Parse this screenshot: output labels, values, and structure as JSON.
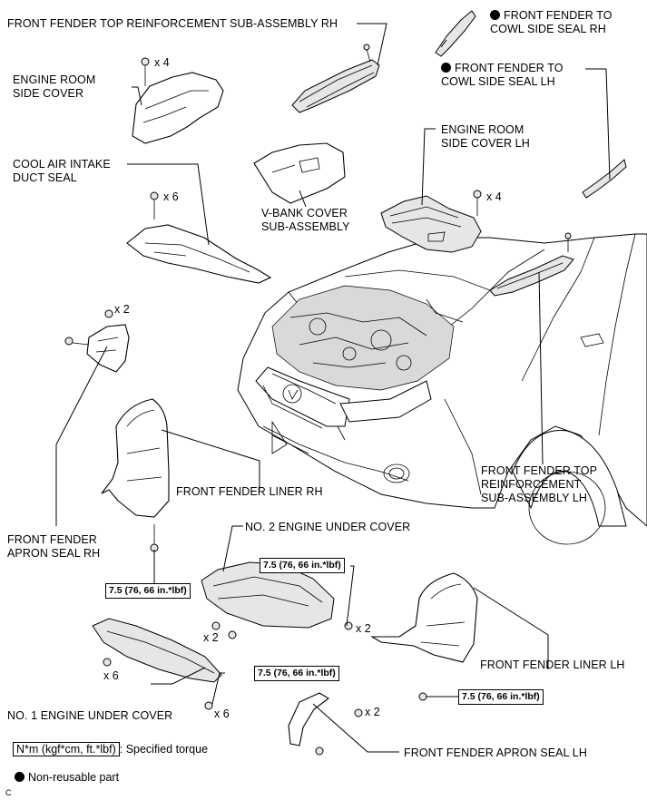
{
  "labels": {
    "fender_top_reinf_rh": "FRONT FENDER TOP REINFORCEMENT SUB-ASSEMBLY RH",
    "engine_room_side_cover": "ENGINE ROOM\nSIDE COVER",
    "cool_air_intake_duct_seal": "COOL AIR INTAKE\nDUCT SEAL",
    "v_bank_cover": "V-BANK COVER\nSUB-ASSEMBLY",
    "cowl_side_seal_rh": "FRONT FENDER TO\nCOWL SIDE SEAL RH",
    "cowl_side_seal_lh": "FRONT FENDER TO\nCOWL SIDE SEAL LH",
    "engine_room_side_cover_lh": "ENGINE ROOM\nSIDE COVER LH",
    "fender_top_reinf_lh": "FRONT FENDER TOP\nREINFORCEMENT\nSUB-ASSEMBLY LH",
    "fender_liner_rh": "FRONT FENDER LINER RH",
    "fender_apron_seal_rh": "FRONT FENDER\nAPRON SEAL RH",
    "no2_engine_under_cover": "NO. 2 ENGINE UNDER COVER",
    "fender_liner_lh": "FRONT FENDER LINER LH",
    "no1_engine_under_cover": "NO. 1 ENGINE UNDER COVER",
    "fender_apron_seal_lh": "FRONT FENDER APRON SEAL LH"
  },
  "quantities": {
    "side_cover_clips": "x 4",
    "intake_seal_clips": "x 6",
    "side_cover_lh_clips": "x 4",
    "apron_seal_rh_bolts": "x 2",
    "no2_cover_bolts_right": "x 2",
    "no2_cover_bolts_left": "x 2",
    "no1_cover_clips": "x 6",
    "no1_cover_bolts": "x 6",
    "apron_seal_lh_bolts": "x 2"
  },
  "torques": {
    "liner_rh": "7.5 (76, 66 in.*lbf)",
    "no2_cover": "7.5 (76, 66 in.*lbf)",
    "no1_cover": "7.5 (76, 66 in.*lbf)",
    "liner_lh": "7.5 (76, 66 in.*lbf)"
  },
  "legend": {
    "torque_unit": "N*m (kgf*cm, ft.*lbf)",
    "torque_desc": ": Specified torque",
    "non_reusable": "Non-reusable part"
  },
  "footer_code": "C",
  "colors": {
    "ink": "#000000",
    "paper": "#ffffff",
    "shade": "#d9d9d9"
  }
}
